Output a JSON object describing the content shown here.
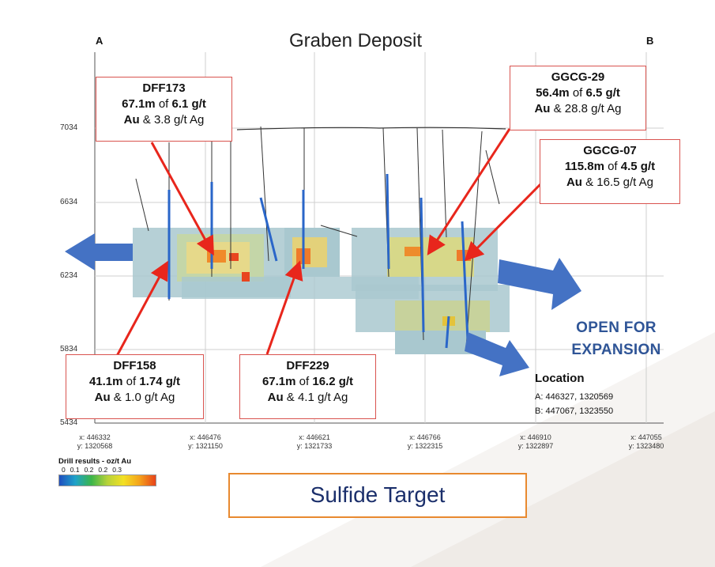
{
  "title": "Graben Deposit",
  "section_ends": {
    "left": "A",
    "right": "B"
  },
  "y_axis_ticks": [
    "7034",
    "6634",
    "6234",
    "5834",
    "5434"
  ],
  "x_axis_ticks": [
    {
      "x": "x: 446332",
      "y": "y: 1320568"
    },
    {
      "x": "x: 446476",
      "y": "y: 1321150"
    },
    {
      "x": "x: 446621",
      "y": "y: 1321733"
    },
    {
      "x": "x: 446766",
      "y": "y: 1322315"
    },
    {
      "x": "x: 446910",
      "y": "y: 1322897"
    },
    {
      "x": "x: 447055",
      "y": "y: 1323480"
    }
  ],
  "callouts": [
    {
      "name": "DFF173",
      "len": "67.1m",
      "of": " of ",
      "grade": "6.1 g/t",
      "au": "Au",
      "ag": " & 3.8 g/t Ag"
    },
    {
      "name": "GGCG-29",
      "len": "56.4m",
      "of": " of ",
      "grade": "6.5 g/t",
      "au": "Au",
      "ag": " & 28.8 g/t Ag"
    },
    {
      "name": "GGCG-07",
      "len": "115.8m",
      "of": " of ",
      "grade": "4.5 g/t",
      "au": "Au",
      "ag": " & 16.5 g/t Ag"
    },
    {
      "name": "DFF158",
      "len": "41.1m",
      "of": " of ",
      "grade": "1.74 g/t",
      "au": "Au",
      "ag": " & 1.0 g/t Ag"
    },
    {
      "name": "DFF229",
      "len": "67.1m",
      "of": " of ",
      "grade": "16.2 g/t",
      "au": "Au",
      "ag": " & 4.1 g/t Ag"
    }
  ],
  "open_for_expansion": {
    "line1": "OPEN FOR",
    "line2": "EXPANSION"
  },
  "location": {
    "title": "Location",
    "rows": [
      "A:   446327, 1320569",
      "B:   447067, 1323550"
    ]
  },
  "legend": {
    "title": "Drill results - oz/t Au",
    "ticks": [
      "0",
      "0.1",
      "0.2",
      "0.2",
      "0.3"
    ]
  },
  "target_label": "Sulfide Target",
  "colors": {
    "callout_border": "#d9534f",
    "arrow_red": "#e8261c",
    "arrow_blue": "#4472c4",
    "target_border": "#e8892f",
    "expansion_text": "#2f5597"
  }
}
